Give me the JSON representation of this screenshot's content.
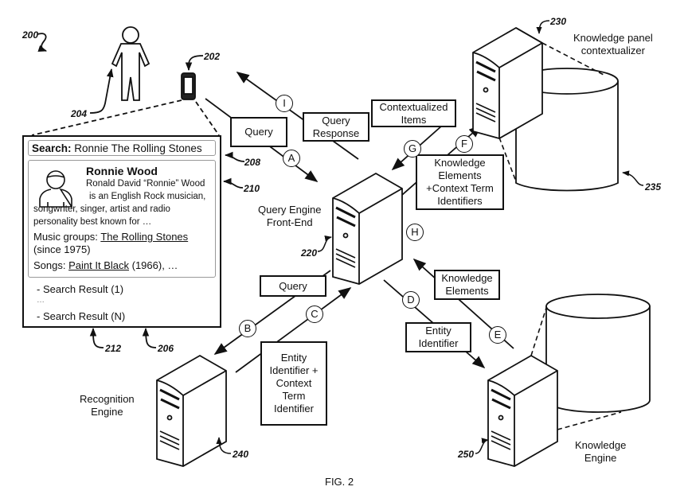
{
  "figure": {
    "caption": "FIG. 2",
    "ref_figure": "200"
  },
  "refs": {
    "device": "202",
    "user": "204",
    "screen": "206",
    "search_box": "208",
    "knowledge_panel": "210",
    "search_results": "212",
    "front_end": "220",
    "contextualizer": "230",
    "contextualizer_db": "235",
    "recognition_engine": "240",
    "knowledge_engine": "250"
  },
  "components": {
    "front_end": "Query Engine\nFront-End",
    "recognition": "Recognition\nEngine",
    "knowledge": "Knowledge\nEngine",
    "contextualizer": "Knowledge panel\ncontextualizer"
  },
  "messages": {
    "query_top": "Query",
    "query_response": "Query\nResponse",
    "contextualized_items": "Contextualized\nItems",
    "knowledge_elements_ctx": "Knowledge\nElements\n+Context Term\nIdentifiers",
    "query_bottom": "Query",
    "entity_ctx": "Entity\nIdentifier +\nContext\nTerm\nIdentifier",
    "entity_identifier": "Entity\nIdentifier",
    "knowledge_elements": "Knowledge\nElements"
  },
  "steps": [
    "A",
    "B",
    "C",
    "D",
    "E",
    "F",
    "G",
    "H",
    "I"
  ],
  "screen": {
    "search_label": "Search:",
    "search_query": "Ronnie The Rolling Stones",
    "card": {
      "name": "Ronnie Wood",
      "desc_line1": "Ronald David “Ronnie” Wood",
      "desc_line2": "is an English Rock musician,",
      "desc_line3": "songwriter, singer, artist and radio",
      "desc_line4": "personality best known for …",
      "groups_label": "Music groups:",
      "groups_value": "The Rolling Stones",
      "groups_since": "(since 1975)",
      "songs_label": "Songs:",
      "songs_value": "Paint It Black",
      "songs_rest": "(1966), …"
    },
    "results": [
      "- Search Result (1)",
      "…",
      "- Search Result (N)"
    ]
  }
}
